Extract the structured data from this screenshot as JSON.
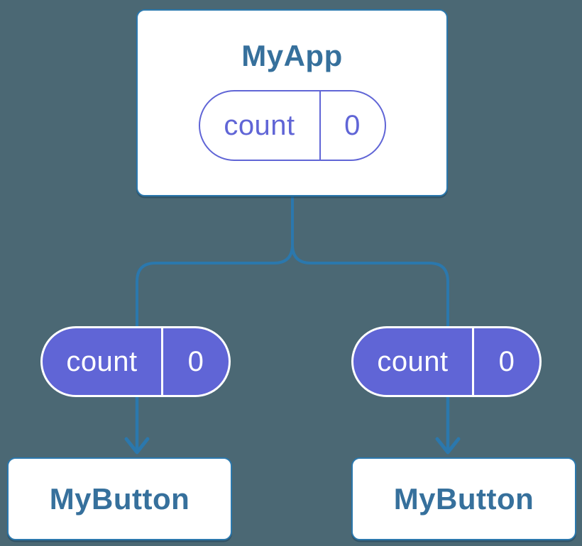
{
  "diagram": {
    "type": "component-tree",
    "root": {
      "title": "MyApp",
      "pill": {
        "label": "count",
        "value": "0"
      }
    },
    "children": [
      {
        "title": "MyButton",
        "pill": {
          "label": "count",
          "value": "0"
        }
      },
      {
        "title": "MyButton",
        "pill": {
          "label": "count",
          "value": "0"
        }
      }
    ],
    "colors": {
      "background": "#4b6874",
      "connector": "#2b78ad",
      "node_border": "#2b78ad",
      "node_fill": "#ffffff",
      "node_text": "#36709c",
      "purple": "#6065d6",
      "pill_text_on_purple": "#ffffff"
    }
  }
}
